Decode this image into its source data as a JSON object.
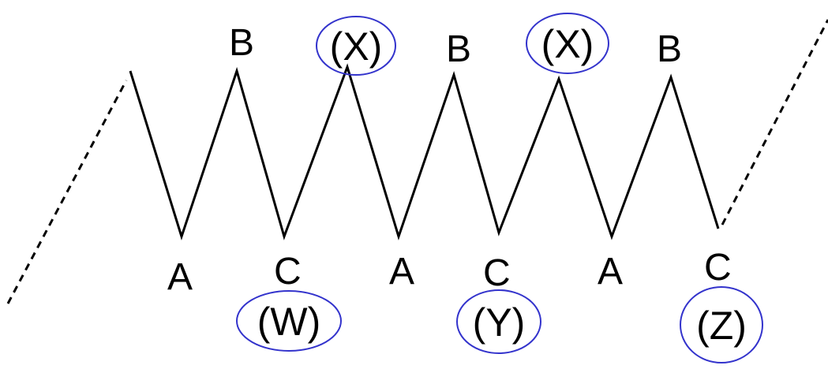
{
  "diagram": {
    "colors": {
      "line": "#000000",
      "ring": "#3333cc",
      "background": "#ffffff"
    },
    "wave_labels": {
      "b1": "B",
      "b2": "B",
      "b3": "B",
      "a1": "A",
      "a2": "A",
      "a3": "A",
      "c1": "C",
      "c2": "C",
      "c3": "C"
    },
    "degree_labels": {
      "x1": "(X)",
      "x2": "(X)",
      "w": "(W)",
      "y": "(Y)",
      "z": "(Z)"
    }
  }
}
